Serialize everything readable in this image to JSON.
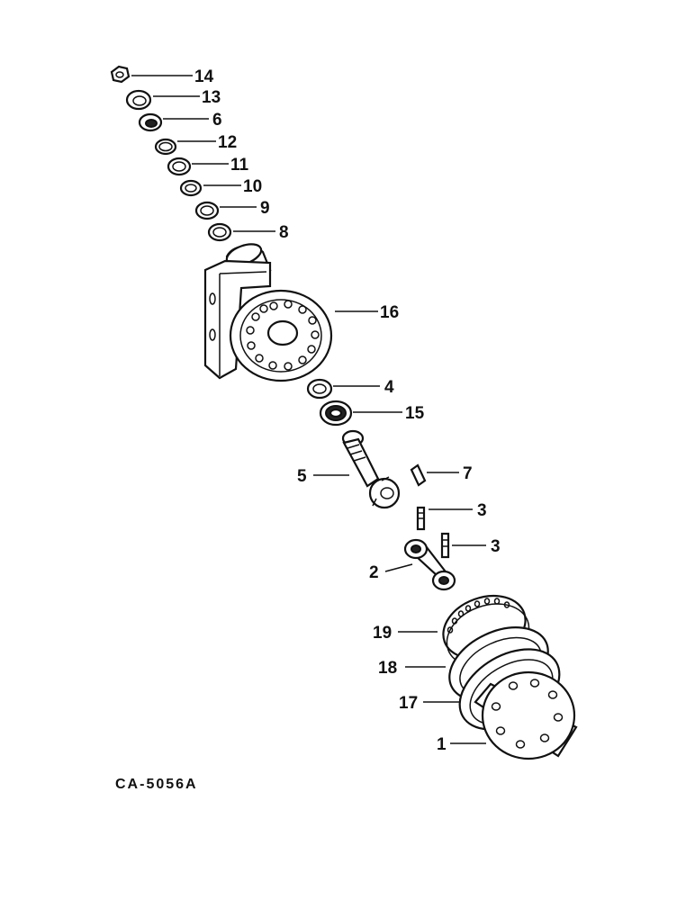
{
  "drawing_id": "CA-5056A",
  "callouts": {
    "p14": "14",
    "p13": "13",
    "p6": "6",
    "p12": "12",
    "p11": "11",
    "p10": "10",
    "p9": "9",
    "p8": "8",
    "p16": "16",
    "p4": "4",
    "p15": "15",
    "p5": "5",
    "p7": "7",
    "p3a": "3",
    "p3b": "3",
    "p2": "2",
    "p19": "19",
    "p18": "18",
    "p17": "17",
    "p1": "1"
  },
  "colors": {
    "ink": "#111111",
    "paper": "#ffffff"
  }
}
